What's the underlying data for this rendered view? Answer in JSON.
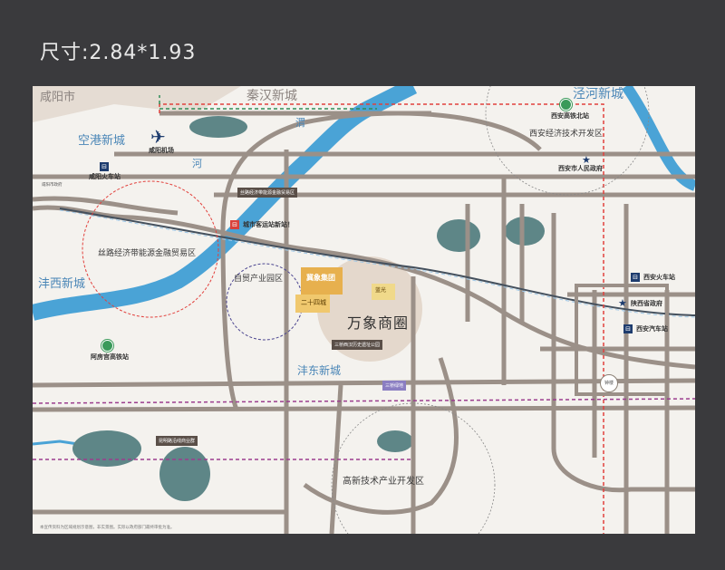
{
  "size_label": "尺寸:2.84*1.93",
  "districts": {
    "xianyang": "咸阳市",
    "qinhan": "秦汉新城",
    "jinghe": "泾河新城",
    "konggang": "空港新城",
    "fengxi": "沣西新城",
    "fengdong": "沣东新城"
  },
  "zones": {
    "wanxiang": "万象商圈",
    "silk_road": "丝路经济带能源金融贸易区",
    "free_trade": "自贸产业园区",
    "hightech": "高新技术产业开发区",
    "econ_dev": "西安经济技术开发区"
  },
  "rivers": {
    "wei": "渭",
    "he": "河"
  },
  "stations": {
    "airport": "咸阳机场",
    "xianyang_rail": "咸阳火车站",
    "xian_north": "西安高铁北站",
    "xian_rail": "西安火车站",
    "xian_bus": "西安汽车站",
    "afang_rail": "阿房宫高铁站",
    "xian_gov": "西安市人民政府",
    "shaanxi_gov": "陕西省政府",
    "city_terminal": "城市客运站新站！",
    "bell_tower": "钟楼",
    "xianyang_gov": "咸阳市政府"
  },
  "project": {
    "brand": "冀象集团",
    "name": "二十四城",
    "short": "蓝光"
  },
  "badges": {
    "badge1": "丝路经济带能源金融贸易区",
    "badge2": "三桥西汉历史遗址公园",
    "badge3": "昆明路沿线商业群",
    "badge4": "三桥绿地"
  },
  "colors": {
    "road": "#9b9088",
    "water": "#5e8687",
    "river": "#4aa3d6",
    "circle_zone": "#e8dcd2",
    "project_gold": "#e7b04e",
    "red_dash": "#e2413d",
    "green_dash": "#2e8b57",
    "purple_dash": "#9b3d8e"
  },
  "footnote": "本宣传资料为区域规划示意图，非实景图。实际以政府部门最终审批为准。"
}
